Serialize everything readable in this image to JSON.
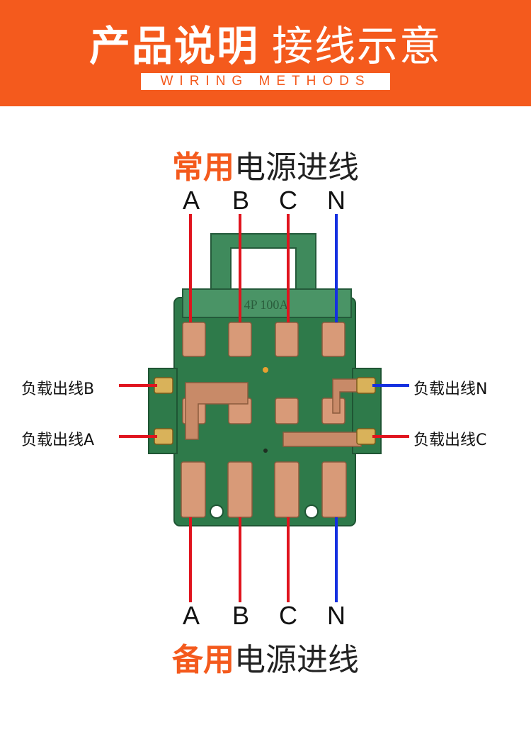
{
  "banner": {
    "title": "产品说明",
    "subtitle": "接线示意",
    "tagline": "WIRING METHODS",
    "background": "#f45a1d"
  },
  "top_heading": {
    "highlight": "常用",
    "rest": "电源进线"
  },
  "bottom_heading": {
    "highlight": "备用",
    "rest": "电源进线"
  },
  "top_phases": [
    "A",
    "B",
    "C",
    "N"
  ],
  "bottom_phases": [
    "A",
    "B",
    "C",
    "N"
  ],
  "device_marking": "4P 100A",
  "load_outputs": {
    "left_top": "负载出线B",
    "left_bottom": "负载出线A",
    "right_top": "负载出线N",
    "right_bottom": "负载出线C"
  },
  "colors": {
    "live_wire": "#e0141e",
    "neutral_wire": "#1430e0",
    "accent": "#f45a1d",
    "device_body": "#2e7a4a"
  }
}
